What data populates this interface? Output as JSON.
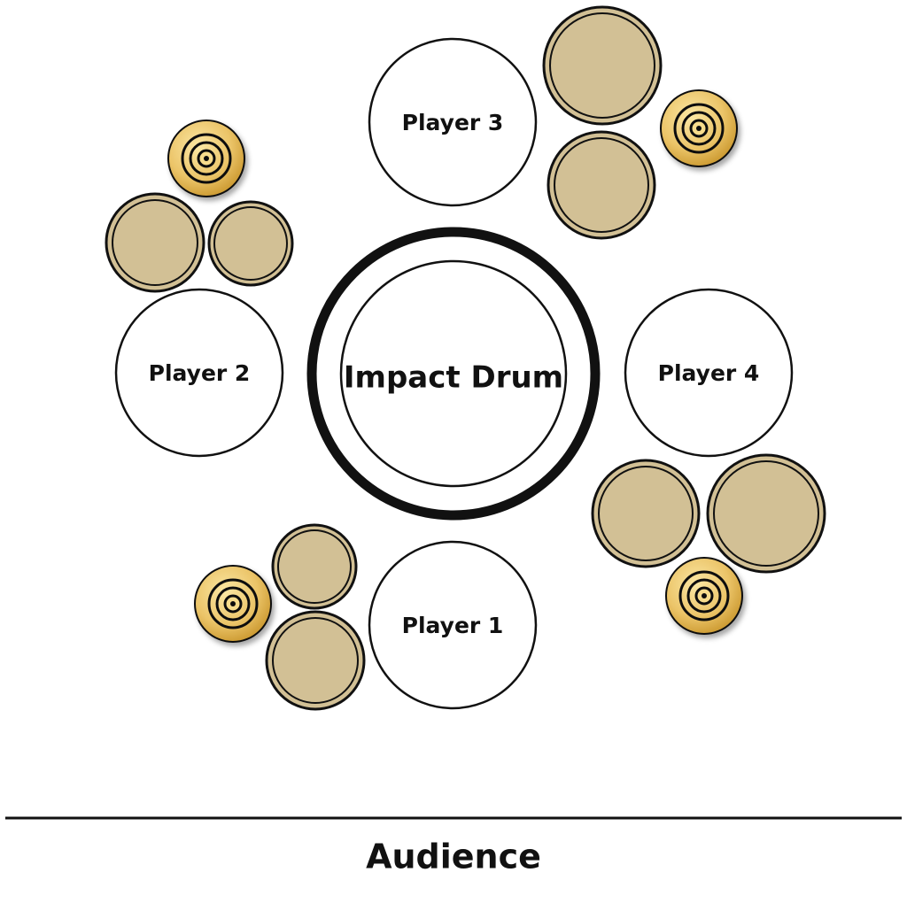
{
  "diagram": {
    "center_drum": {
      "label": "Impact Drum"
    },
    "players": [
      {
        "id": "player-1",
        "label": "Player 1"
      },
      {
        "id": "player-2",
        "label": "Player 2"
      },
      {
        "id": "player-3",
        "label": "Player 3"
      },
      {
        "id": "player-4",
        "label": "Player 4"
      }
    ],
    "audience": {
      "label": "Audience"
    },
    "colors": {
      "drum_fill": "#d2c095",
      "cymbal_light": "#f7dc8c",
      "cymbal_mid": "#e8c064",
      "cymbal_dark": "#c9962c",
      "outline": "#111111"
    }
  }
}
